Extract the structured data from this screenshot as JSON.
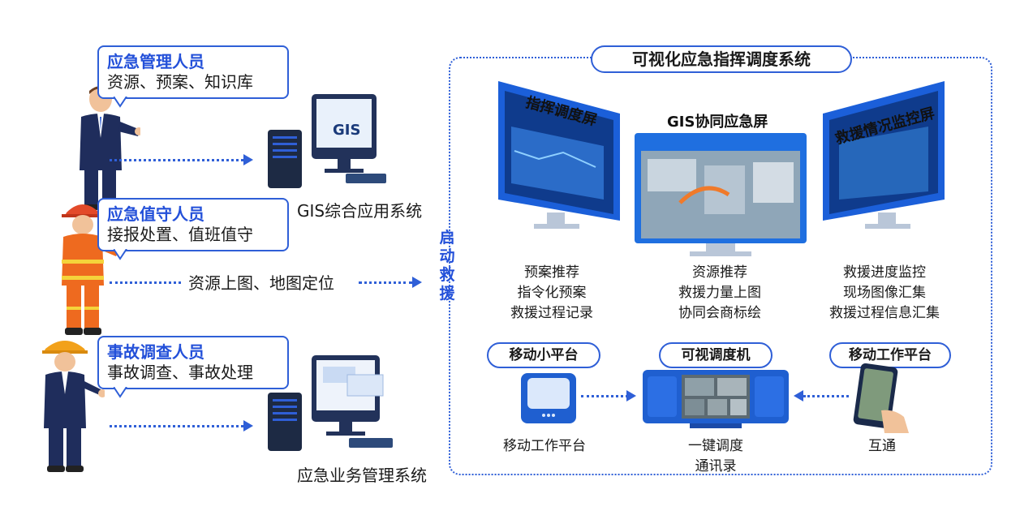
{
  "roles": [
    {
      "title": "应急管理人员",
      "duty": "资源、预案、知识库"
    },
    {
      "title": "应急值守人员",
      "duty": "接报处置、值班值守"
    },
    {
      "title": "事故调查人员",
      "duty": "事故调查、事故处理"
    }
  ],
  "systems": {
    "gis_system": "GIS综合应用系统",
    "gis_logo": "GIS",
    "business_system": "应急业务管理系统",
    "middle_flow": "资源上图、地图定位"
  },
  "launch_label": "启动救援",
  "platform": {
    "title": "可视化应急指挥调度系统",
    "screens": [
      {
        "name": "指挥调度屏",
        "features": [
          "预案推荐",
          "指令化预案",
          "救援过程记录"
        ]
      },
      {
        "name": "GIS协同应急屏",
        "features": [
          "资源推荐",
          "救援力量上图",
          "协同会商标绘"
        ]
      },
      {
        "name": "救援情况监控屏",
        "features": [
          "救援进度监控",
          "现场图像汇集",
          "救援过程信息汇集"
        ]
      }
    ],
    "devices": [
      {
        "pill": "移动小平台",
        "caption": [
          "移动工作平台"
        ]
      },
      {
        "pill": "可视调度机",
        "caption": [
          "一键调度",
          "通讯录"
        ]
      },
      {
        "pill": "移动工作平台",
        "caption": [
          "互通"
        ]
      }
    ]
  },
  "colors": {
    "accent": "#2f5fd7",
    "accent_text": "#2350d9",
    "screen": "#1f6fe0"
  }
}
